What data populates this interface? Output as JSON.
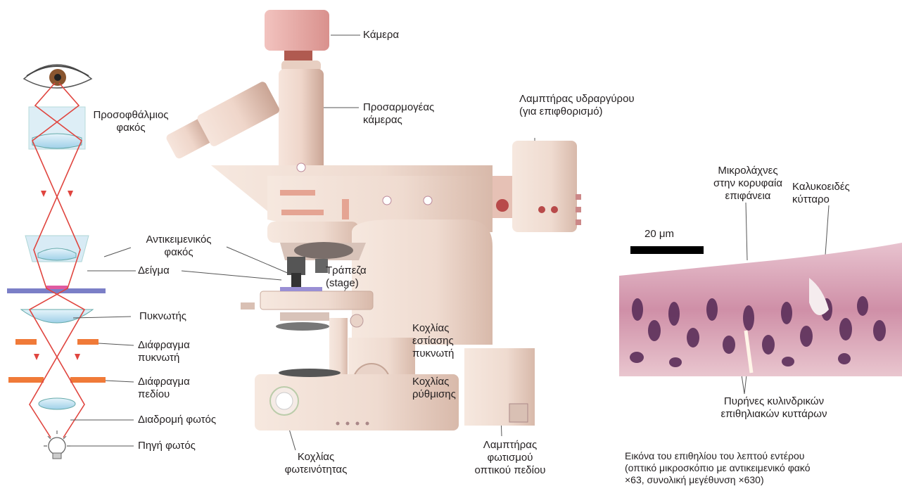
{
  "labels": {
    "camera": "Κάμερα",
    "camera_adapter": "Προσαρμογέας\nκάμερας",
    "mercury_lamp": "Λαμπτήρας υδραργύρου\n(για επιφθορισμό)",
    "eyepiece": "Προσοφθάλμιος\nφακός",
    "objective": "Αντικειμενικός\nφακός",
    "specimen": "Δείγμα",
    "stage": "Τράπεζα\n(stage)",
    "condenser": "Πυκνωτής",
    "condenser_focus_knob": "Κοχλίας\nεστίασης\nπυκνωτή",
    "condenser_diaphragm": "Διάφραγμα\nπυκνωτή",
    "field_diaphragm": "Διάφραγμα\nπεδίου",
    "focus_knob": "Κοχλίας\nρύθμισης",
    "light_path": "Διαδρομή φωτός",
    "light_source": "Πηγή φωτός",
    "brightness_knob": "Κοχλίας\nφωτεινότητας",
    "field_lamp": "Λαμπτήρας\nφωτισμού\nοπτικού πεδίου",
    "microvilli": "Μικρολάχνες\nστην κορυφαία\nεπιφάνεια",
    "goblet_cell": "Καλυκοειδές\nκύτταρο",
    "nuclei": "Πυρήνες κυλινδρικών\nεπιθηλιακών κυττάρων",
    "scale": "20 μm",
    "caption": "Εικόνα του επιθηλίου του λεπτού εντέρου\n(οπτικό μικροσκόπιο με αντικειμενικό φακό\n×63, συνολική μεγέθυνση ×630)"
  },
  "colors": {
    "microscope_body": "#f1dfd5",
    "microscope_shade": "#d9bcae",
    "camera": "#e8a9a6",
    "ray": "#e0453f",
    "lens": "#bfe2f2",
    "diaphragm": "#f07a38",
    "slide": "#7b7fc7",
    "tissue_stain": "#c98aa3",
    "nucleus": "#5b2f5a"
  }
}
